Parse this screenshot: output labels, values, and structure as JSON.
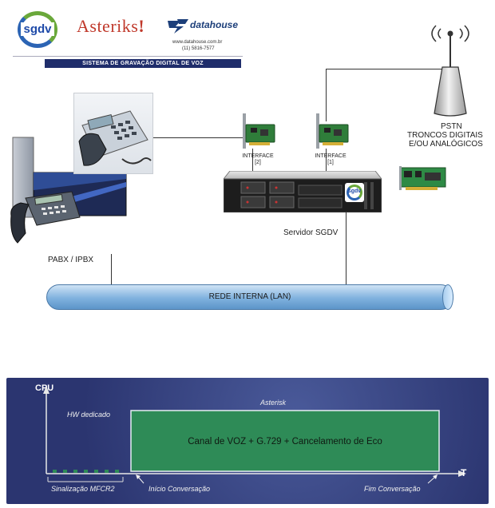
{
  "header": {
    "logo_sgdv": "sgdv",
    "logo_asterisk": "Asteriks",
    "logo_asterisk_mark": "!",
    "logo_datahouse": "datahouse",
    "datahouse_url": "www.datahouse.com.br",
    "datahouse_phone": "(11) 5816-7577",
    "subtitle": "SISTEMA DE GRAVAÇÃO DIGITAL DE VOZ"
  },
  "diagram": {
    "pstn_label": "PSTN",
    "pstn_detail_1": "TRONCOS DIGITAIS",
    "pstn_detail_2": "E/OU ANALÓGICOS",
    "interface_2_label": "INTERFACE",
    "interface_2_id": "[2]",
    "interface_1_label": "INTERFACE",
    "interface_1_id": "[1]",
    "server_badge": "sgdv",
    "server_label": "Servidor SGDV",
    "pabx_label": "PABX / IPBX",
    "lan_label": "REDE INTERNA (LAN)"
  },
  "chart_data": {
    "type": "diagram",
    "y_axis_label": "CPU",
    "x_axis_label": "T",
    "hw_label": "HW dedicado",
    "asterisk_label": "Asterisk",
    "box_label": "Canal de VOZ + G.729 + Cancelamento de Eco",
    "signal_label": "Sinalização MFCR2",
    "signal_dots": 7,
    "start_label": "Início Conversação",
    "end_label": "Fim Conversação",
    "box_color": "#2e8b57",
    "background_color": "#2b3570"
  }
}
